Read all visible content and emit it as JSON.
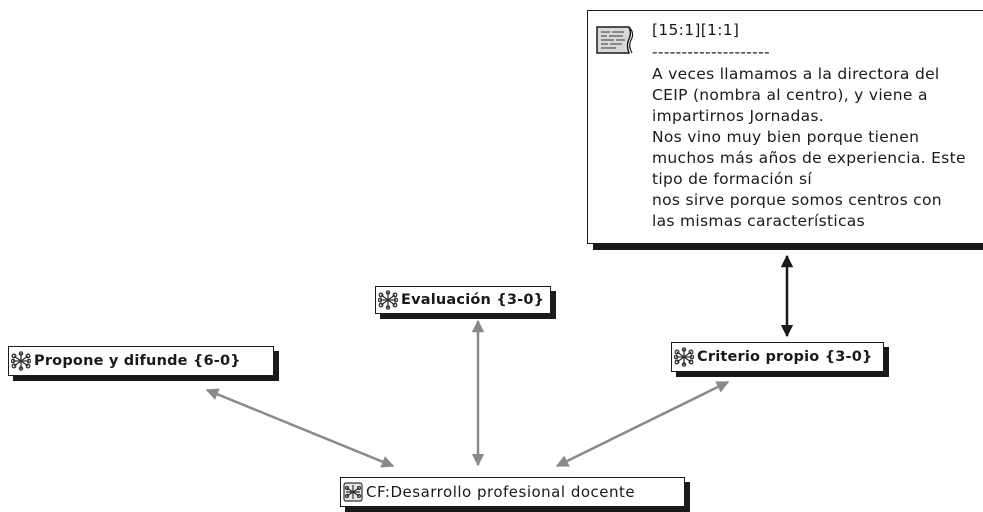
{
  "quote": {
    "ref": "[15:1][1:1]",
    "separator": "--------------------",
    "lines": [
      "A veces llamamos a la directora del",
      "CEIP (nombra al centro), y viene a",
      "impartirnos Jornadas.",
      "Nos vino muy bien porque tienen",
      "muchos más años de experiencia. Este",
      "tipo de formación sí",
      "nos sirve porque somos centros con",
      "las mismas características"
    ]
  },
  "nodes": {
    "evaluacion": "Evaluación {3-0}",
    "propone": "Propone y difunde {6-0}",
    "criterio": "Criterio propio {3-0}",
    "cf": "CF:Desarrollo profesional docente"
  },
  "icons": {
    "code": "network-code-icon",
    "family": "code-family-icon",
    "quote": "quotation-document-icon"
  },
  "colors": {
    "link_gray": "#8a8a8a",
    "link_dark": "#1a1a1a",
    "shadow": "#1a1a1a"
  }
}
